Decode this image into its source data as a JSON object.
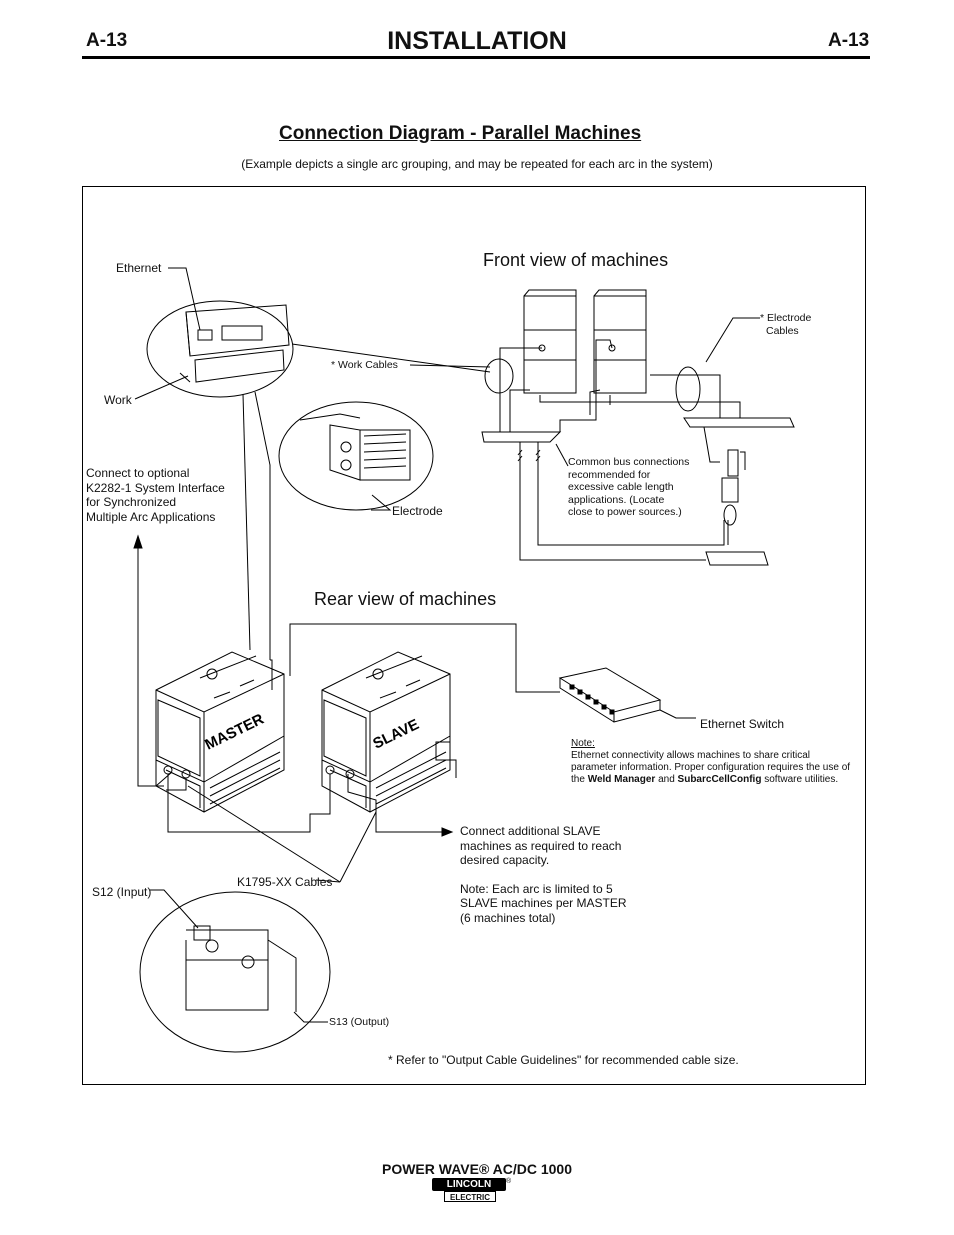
{
  "header": {
    "code_left": "A-13",
    "code_right": "A-13",
    "title": "INSTALLATION"
  },
  "diagram_title": "Connection Diagram - Parallel Machines",
  "caption": "(Example depicts a single arc grouping, and may be repeated for each arc in the system)",
  "views": {
    "front": "Front view of machines",
    "rear": "Rear view of machines"
  },
  "labels": {
    "ethernet": "Ethernet",
    "work": "Work",
    "work_cables": "* Work Cables",
    "electrode": "Electrode",
    "electrode_cables": [
      "* Electrode",
      "Cables"
    ],
    "common_bus": [
      "Common bus connections",
      "recommended for",
      "excessive cable length",
      "applications. (Locate",
      "close to power sources.)"
    ],
    "k2282": [
      "Connect to optional",
      "K2282-1 System Interface",
      "for Synchronized",
      "Multiple Arc Applications"
    ],
    "ethernet_switch": "Ethernet Switch",
    "connect_additional": [
      "Connect additional SLAVE",
      "machines as required to reach",
      "desired capacity."
    ],
    "arc_limit": [
      "Note: Each arc is limited to 5",
      "SLAVE machines per MASTER",
      "(6 machines total)"
    ],
    "k1795": "K1795-XX Cables",
    "s12": "S12 (Input)",
    "s13": "S13 (Output)",
    "cable_note": "* Refer to \"Output Cable Guidelines\" for recommended cable size.",
    "master": "MASTER",
    "slave": "SLAVE"
  },
  "note": {
    "heading": "Note:",
    "line1": "Ethernet connectivity allows machines to share critical",
    "line2": "parameter information. Proper configuration requires the use of",
    "line3_pre": "the ",
    "weld_manager": "Weld Manager",
    "and": " and ",
    "subarc": "SubarcCellConfig",
    "line3_post": " software utilities."
  },
  "footer": {
    "model": "POWER WAVE® AC/DC 1000",
    "logo_top": "LINCOLN",
    "logo_bottom": "ELECTRIC",
    "logo_reg": "®"
  }
}
